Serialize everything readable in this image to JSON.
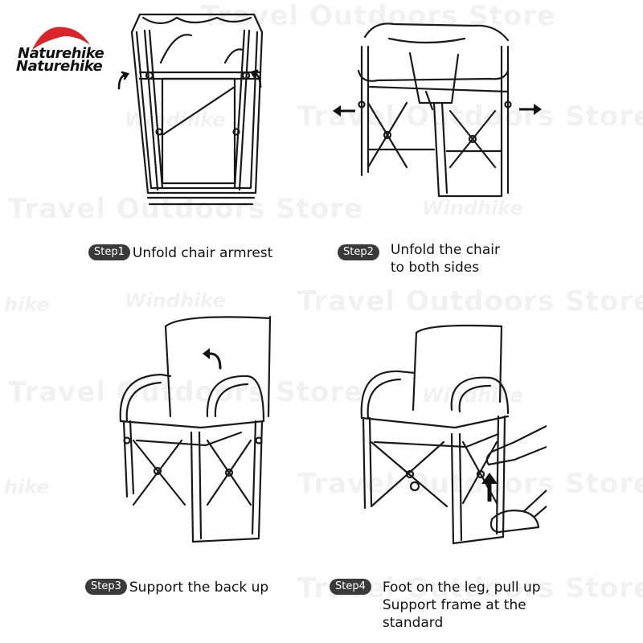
{
  "brand": {
    "logo_text_1": "Naturehike",
    "logo_text_2": "Naturehike"
  },
  "watermarks": {
    "store": "Travel Outdoors Store",
    "brand": "Windhike",
    "brand_fragment": "hike"
  },
  "steps": [
    {
      "badge": "Step1",
      "text": "Unfold chair armrest"
    },
    {
      "badge": "Step2",
      "text_line1": "Unfold the chair",
      "text_line2": "to both sides"
    },
    {
      "badge": "Step3",
      "text": "Support the back up"
    },
    {
      "badge": "Step4",
      "text_line1": "Foot on the leg, pull up",
      "text_line2": "Support frame at the",
      "text_line3": "standard"
    }
  ],
  "icons": [
    "curved-arrow-icon",
    "left-arrow-icon",
    "right-arrow-icon",
    "up-arrow-icon"
  ],
  "colors": {
    "line": "#1a1a1a",
    "badge": "#3a3a3a",
    "watermark": "#f1f1f1"
  }
}
